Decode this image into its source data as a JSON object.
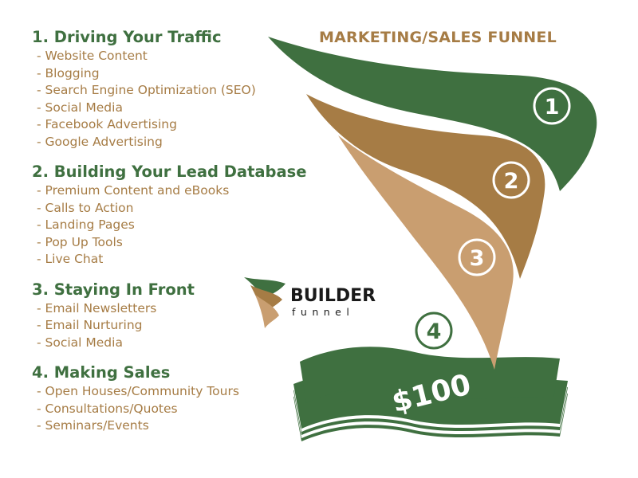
{
  "title": "MARKETING/SALES FUNNEL",
  "sections": [
    {
      "heading": "1. Driving Your Traffic",
      "items": [
        "- Website Content",
        "- Blogging",
        "- Search Engine Optimization (SEO)",
        "- Social Media",
        "- Facebook Advertising",
        "- Google Advertising"
      ]
    },
    {
      "heading": "2. Building Your Lead Database",
      "items": [
        "- Premium Content and eBooks",
        "- Calls to Action",
        "- Landing Pages",
        "- Pop Up Tools",
        "- Live Chat"
      ]
    },
    {
      "heading": "3. Staying In Front",
      "items": [
        "- Email Newsletters",
        "- Email Nurturing",
        "- Social Media"
      ]
    },
    {
      "heading": "4. Making Sales",
      "items": [
        "- Open Houses/Community Tours",
        "- Consultations/Quotes",
        "- Seminars/Events"
      ]
    }
  ],
  "funnel_stages": [
    "1",
    "2",
    "3",
    "4"
  ],
  "money_label": "$100",
  "logo": {
    "name": "BUILDER",
    "subname": "funnel"
  },
  "colors": {
    "green": "#3f7040",
    "bronze": "#a67c45",
    "tan": "#c99e70",
    "dark": "#1a1a1a"
  }
}
